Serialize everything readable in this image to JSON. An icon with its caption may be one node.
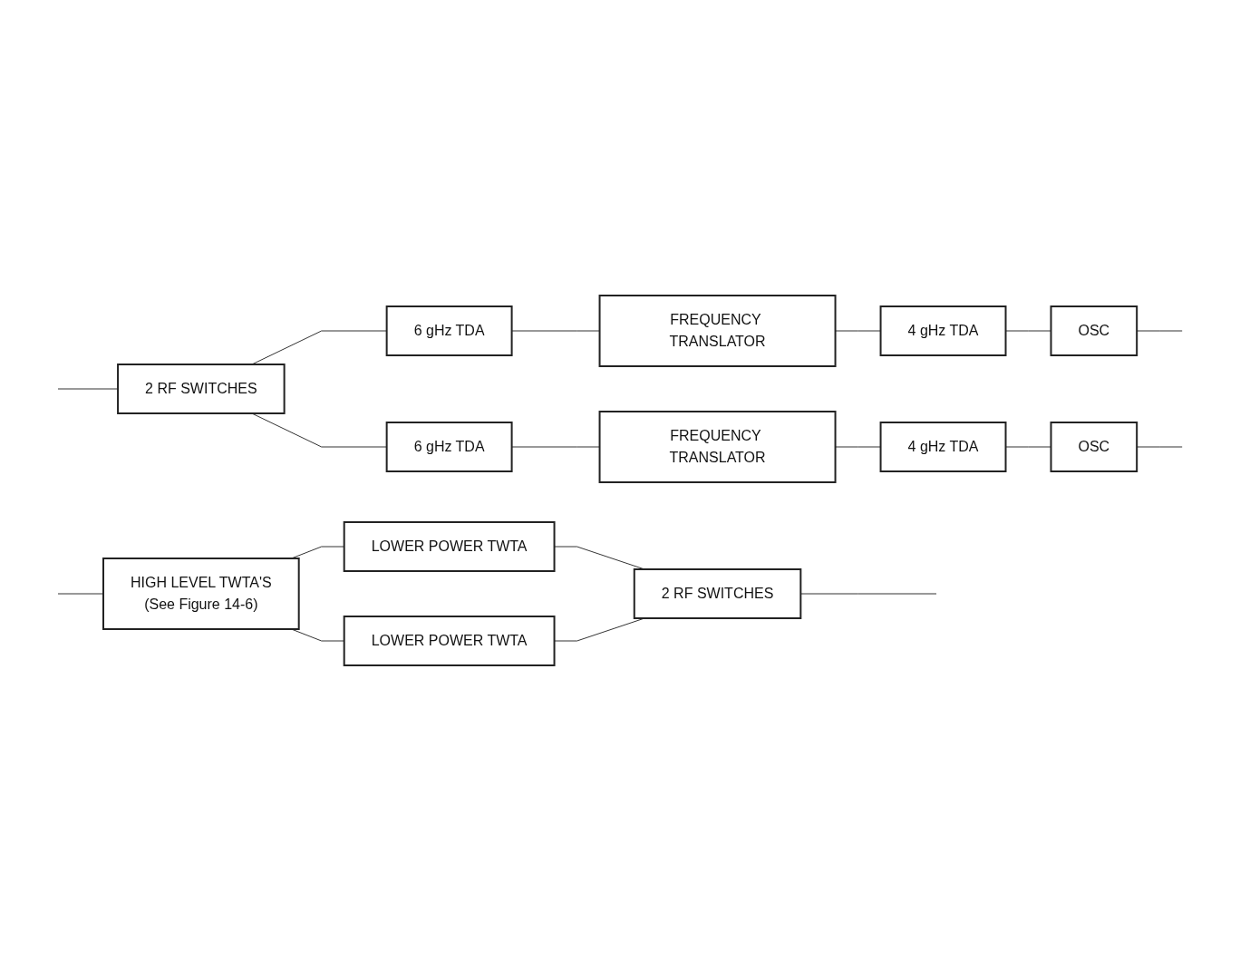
{
  "diagram": {
    "nodes": [
      {
        "text": [
          "2 RF SWITCHES"
        ]
      },
      {
        "text": [
          "6 gHz TDA"
        ]
      },
      {
        "text": [
          "FREQUENCY TRANSLATOR"
        ]
      },
      {
        "text": [
          "4 gHz TDA"
        ]
      },
      {
        "text": [
          "OSC"
        ]
      },
      {
        "text": [
          "6 gHz TDA"
        ]
      },
      {
        "text": [
          "FREQUENCY TRANSLATOR"
        ]
      },
      {
        "text": [
          "4 gHz TDA"
        ]
      },
      {
        "text": [
          "OSC"
        ]
      },
      {
        "text": [
          "HIGH LEVEL TWTA'S",
          "(See Figure 14-6)"
        ]
      },
      {
        "text": [
          "LOWER POWER TWTA"
        ]
      },
      {
        "text": [
          "LOWER POWER TWTA"
        ]
      },
      {
        "text": [
          "2 RF SWITCHES"
        ]
      }
    ],
    "edges": [
      {
        "from": null,
        "to": 0,
        "arrow": "none"
      },
      {
        "from": 0,
        "to": 1,
        "arrow": "none"
      },
      {
        "from": 1,
        "to": 2,
        "arrow": "none"
      },
      {
        "from": 2,
        "to": 3,
        "arrow": "none"
      },
      {
        "from": 3,
        "to": 4,
        "arrow": "none"
      },
      {
        "from": 0,
        "to": 5,
        "arrow": "none"
      },
      {
        "from": 5,
        "to": 6,
        "arrow": "none"
      },
      {
        "from": 6,
        "to": 7,
        "arrow": "none"
      },
      {
        "from": 7,
        "to": 8,
        "arrow": "none"
      },
      {
        "from": 4,
        "to": null,
        "arrow": "none"
      },
      {
        "from": 8,
        "to": null,
        "arrow": "none"
      },
      {
        "from": null,
        "to": 9,
        "arrow": "none"
      },
      {
        "from": 9,
        "to": 10,
        "arrow": "none"
      },
      {
        "from": 9,
        "to": 11,
        "arrow": "none"
      },
      {
        "from": 10,
        "to": 12,
        "arrow": "none"
      },
      {
        "from": 11,
        "to": 12,
        "arrow": "none"
      },
      {
        "from": 12,
        "to": null,
        "arrow": "none"
      }
    ]
  }
}
